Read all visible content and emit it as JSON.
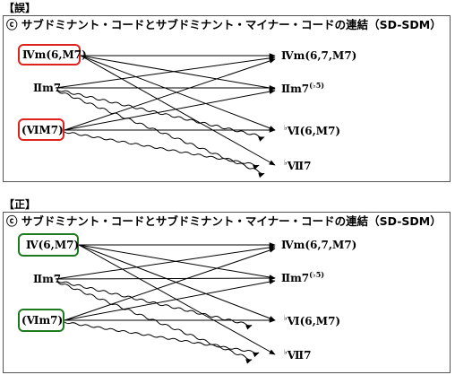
{
  "wrong": {
    "label": "【誤】",
    "title": "ⓒ サブドミナント・コードとサブドミナント・マイナー・コードの連結（SD-SDM）",
    "highlight_color": "#e0221e",
    "left_chords": [
      "Ⅳm(6,M7)",
      "Ⅱm7",
      "(ⅥM7)"
    ],
    "right": {
      "c1": "Ⅳm(6,7,M7)",
      "c2_main": "Ⅱm7",
      "c2_sup": "(♭5)",
      "c3_flat": "♭",
      "c3_main": "Ⅵ(6,M7)",
      "c4_flat": "♭",
      "c4_main": "Ⅶ7"
    }
  },
  "right_version": {
    "label": "【正】",
    "title": "ⓒ サブドミナント・コードとサブドミナント・マイナー・コードの連結（SD-SDM）",
    "highlight_color": "#1e7a1e",
    "left_chords": [
      "Ⅳ(6,M7)",
      "Ⅱm7",
      "(Ⅵm7)"
    ],
    "right": {
      "c1": "Ⅳm(6,7,M7)",
      "c2_main": "Ⅱm7",
      "c2_sup": "(♭5)",
      "c3_flat": "♭",
      "c3_main": "Ⅵ(6,M7)",
      "c4_flat": "♭",
      "c4_main": "Ⅶ7"
    }
  }
}
